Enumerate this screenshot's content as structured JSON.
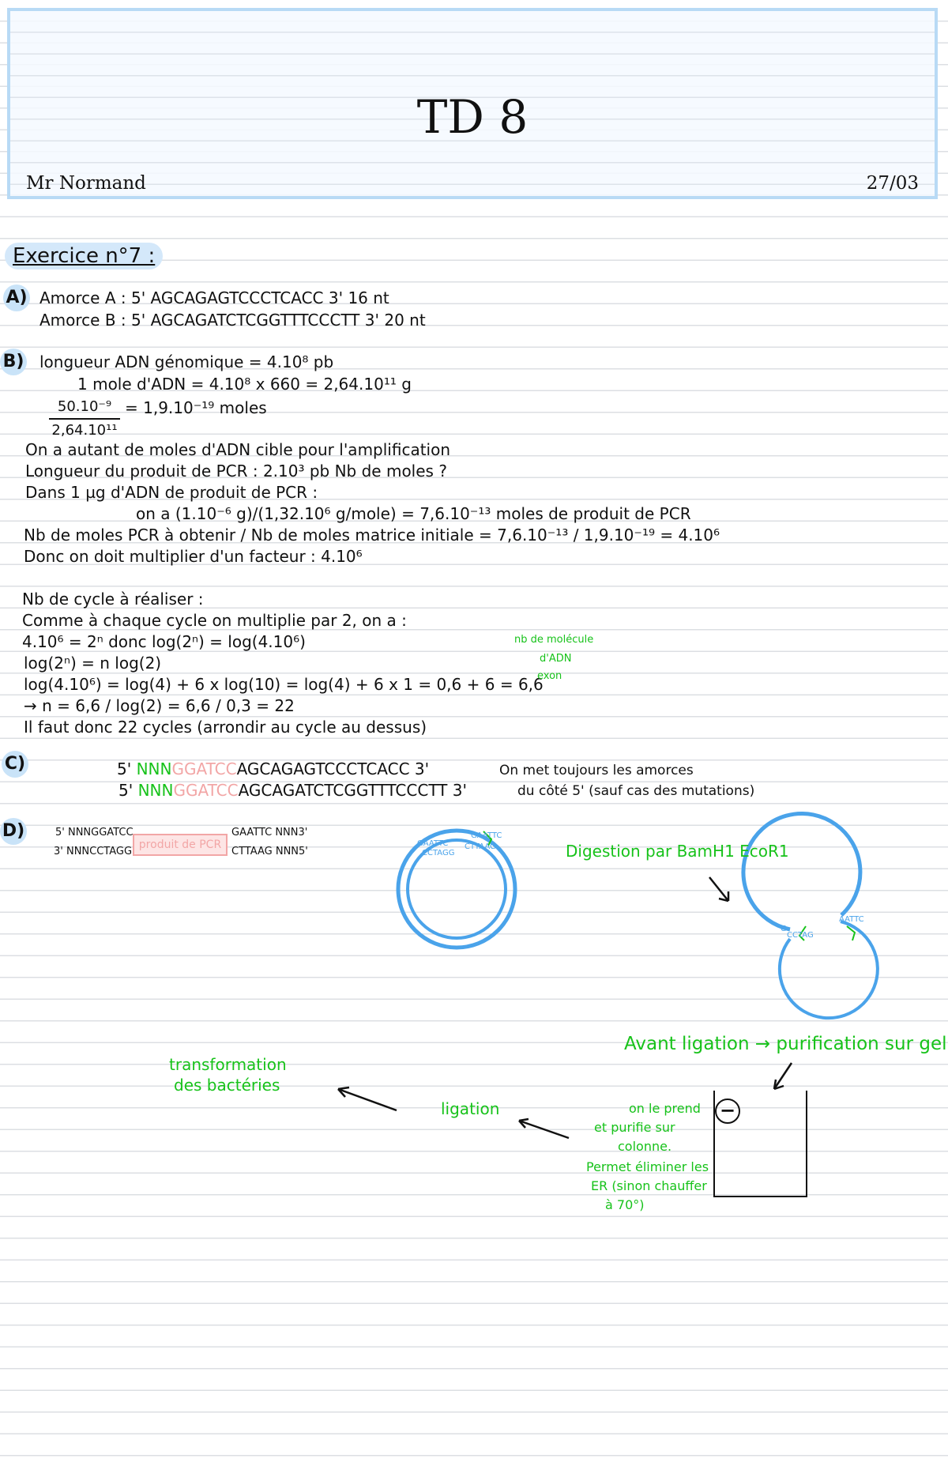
{
  "header": {
    "title": "TD 8",
    "teacher": "Mr Normand",
    "date": "27/03"
  },
  "exercise": {
    "title": "Exercice n°7 :"
  },
  "partA": {
    "badge": "A)",
    "primer_a": "Amorce A : 5' AGCAGAGTCCCTCACC 3' 16 nt",
    "primer_b": "Amorce B : 5' AGCAGATCTCGGTTTCCCTT 3' 20 nt"
  },
  "partB": {
    "badge": "B)",
    "line1": "longueur ADN génomique = 4.10⁸ pb",
    "line2": "1 mole d'ADN = 4.10⁸ x 660 = 2,64.10¹¹ g",
    "frac_num": "50.10⁻⁹",
    "frac_den": "2,64.10¹¹",
    "frac_result": "= 1,9.10⁻¹⁹ moles",
    "line3": "On a autant de moles d'ADN cible pour l'amplification",
    "line4": "Longueur du produit de PCR : 2.10³ pb   Nb de moles ?",
    "line5": "Dans 1 µg d'ADN de produit de PCR :",
    "line6": "on a (1.10⁻⁶ g)/(1,32.10⁶ g/mole) = 7,6.10⁻¹³ moles de produit de PCR",
    "line7": "Nb de moles PCR à obtenir / Nb de moles matrice initiale = 7,6.10⁻¹³ / 1,9.10⁻¹⁹ = 4.10⁶",
    "line8": "Donc on doit multiplier d'un facteur : 4.10⁶",
    "line9": "Nb de cycle à réaliser :",
    "line10": "Comme à chaque cycle on multiplie par 2, on a :",
    "line11": "4.10⁶ = 2ⁿ  donc  log(2ⁿ) = log(4.10⁶)",
    "line12": "log(2ⁿ) = n log(2)",
    "line13": "log(4.10⁶) = log(4) + 6 x log(10) = log(4) + 6 x 1 = 0,6 + 6 = 6,6",
    "line14": "→ n = 6,6 / log(2) = 6,6 / 0,3 = 22",
    "line15": "Il faut donc 22 cycles (arrondir au cycle au dessus)",
    "note_line1": "nb de molécule",
    "note_line2": "d'ADN",
    "note_line3": "exon"
  },
  "partC": {
    "badge": "C)",
    "seq1_prefix": "5'",
    "seq1_n": "NNN",
    "seq1_site": "GGATCC",
    "seq1_rest": "AGCAGAGTCCCTCACC 3'",
    "seq2_prefix": "5'",
    "seq2_n": "NNN",
    "seq2_site": "GGATCC",
    "seq2_rest": "AGCAGATCTCGGTTTCCCTT 3'",
    "note1": "On met toujours les amorces",
    "note2": "du côté 5' (sauf cas des mutations)"
  },
  "partD": {
    "badge": "D)",
    "left_top": "5' NNNGGATCC",
    "left_bottom": "3' NNNCCTAGG",
    "product": "produit de PCR",
    "right_top": "GAATTC NNN3'",
    "right_bottom": "CTTAAG NNN5'",
    "plasmid_label1": "GAATTC",
    "plasmid_label2": "CCTAGG",
    "plasmid_label3": "GAATTC",
    "plasmid_label4": "CTTAAG",
    "digestion": "Digestion par BamH1  EcoR1",
    "cut_label1": "G",
    "cut_label2": "CCTAG",
    "cut_label3": "AATTC",
    "before_ligation": "Avant ligation → purification sur gel",
    "column1": "on le prend",
    "column2": "et purifie sur",
    "column3": "colonne.",
    "column4": "Permet éliminer les",
    "column5": "ER (sinon chauffer",
    "column6": "à 70°)",
    "ligation": "ligation",
    "transformation1": "transformation",
    "transformation2": "des bactéries",
    "gel_sign": "−"
  }
}
